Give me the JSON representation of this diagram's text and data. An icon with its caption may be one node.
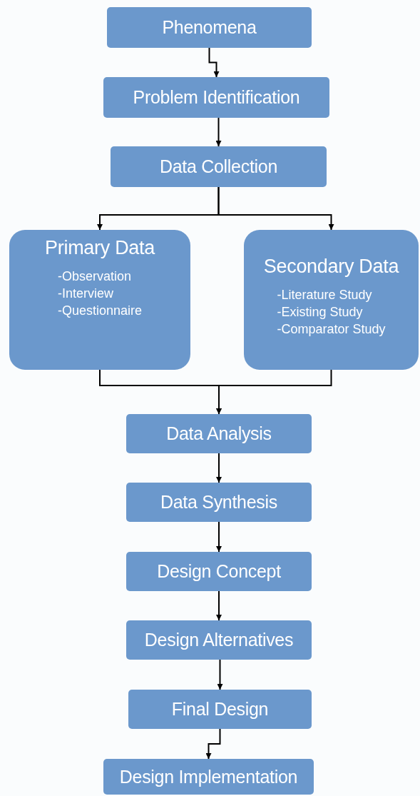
{
  "diagram": {
    "nodes": [
      {
        "text": [
          "Phenomena"
        ]
      },
      {
        "text": [
          "Problem Identification"
        ]
      },
      {
        "text": [
          "Data Collection"
        ]
      },
      {
        "text": [
          "Primary Data",
          "-Observation",
          "-Interview",
          "-Questionnaire"
        ]
      },
      {
        "text": [
          "Secondary Data",
          "-Literature Study",
          "-Existing Study",
          "-Comparator Study"
        ]
      },
      {
        "text": [
          "Data Analysis"
        ]
      },
      {
        "text": [
          "Data Synthesis"
        ]
      },
      {
        "text": [
          "Design Concept"
        ]
      },
      {
        "text": [
          "Design Alternatives"
        ]
      },
      {
        "text": [
          "Final Design"
        ]
      },
      {
        "text": [
          "Design Implementation"
        ]
      }
    ],
    "edges": [
      {
        "from": 0,
        "to": 1,
        "arrow": "to"
      },
      {
        "from": 1,
        "to": 2,
        "arrow": "to"
      },
      {
        "from": 2,
        "to": 3,
        "arrow": "to"
      },
      {
        "from": 2,
        "to": 4,
        "arrow": "to"
      },
      {
        "from": 3,
        "to": 5,
        "arrow": "to"
      },
      {
        "from": 4,
        "to": 5,
        "arrow": "to"
      },
      {
        "from": 5,
        "to": 6,
        "arrow": "to"
      },
      {
        "from": 6,
        "to": 7,
        "arrow": "to"
      },
      {
        "from": 7,
        "to": 8,
        "arrow": "to"
      },
      {
        "from": 8,
        "to": 9,
        "arrow": "to"
      },
      {
        "from": 9,
        "to": 10,
        "arrow": "to"
      }
    ]
  }
}
